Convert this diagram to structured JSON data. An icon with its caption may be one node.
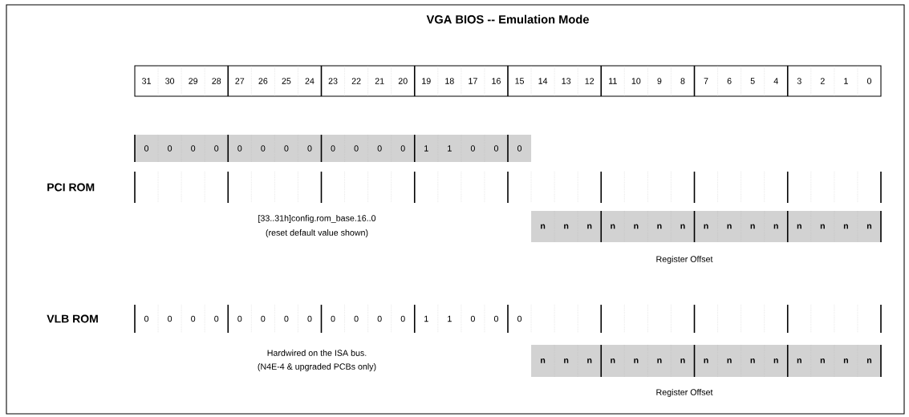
{
  "diagram": {
    "title": "VGA BIOS -- Emulation Mode",
    "labels": [
      "31",
      "30",
      "29",
      "28",
      "27",
      "26",
      "25",
      "24",
      "23",
      "22",
      "21",
      "20",
      "19",
      "18",
      "17",
      "16",
      "15",
      "14",
      "13",
      "12",
      "11",
      "10",
      "9",
      "8",
      "7",
      "6",
      "5",
      "4",
      "3",
      "2",
      "1",
      "0",
      "0",
      "0",
      "0",
      "0",
      "0",
      "0",
      "0",
      "0",
      "0",
      "0",
      "0",
      "0",
      "1",
      "1",
      "0",
      "0",
      "0",
      "PCI ROM",
      "[33..31h]config.rom_base.16..0",
      "(reset default value shown)",
      "n",
      "n",
      "n",
      "n",
      "n",
      "n",
      "n",
      "n",
      "n",
      "n",
      "n",
      "n",
      "n",
      "n",
      "n",
      "Register Offset",
      "VLB ROM",
      "0",
      "0",
      "0",
      "0",
      "0",
      "0",
      "0",
      "0",
      "0",
      "0",
      "0",
      "0",
      "1",
      "1",
      "0",
      "0",
      "0",
      "Hardwired on the ISA bus.",
      "(N4E-4 & upgraded PCBs only)",
      "n",
      "n",
      "n",
      "n",
      "n",
      "n",
      "n",
      "n",
      "n",
      "n",
      "n",
      "n",
      "n",
      "n",
      "n",
      "Register Offset"
    ]
  }
}
